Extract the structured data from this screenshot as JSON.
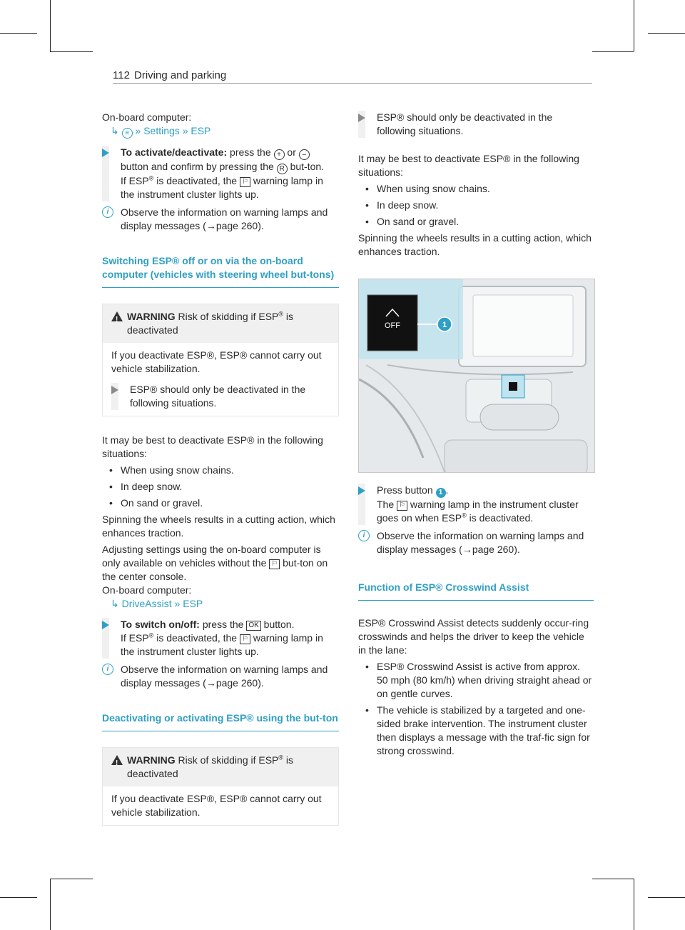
{
  "header": {
    "page_number": "112",
    "section_title": "Driving and parking"
  },
  "left": {
    "onboard_label": "On-board computer:",
    "menu_path_1": {
      "settings": "Settings",
      "esp": "ESP"
    },
    "step_activate": {
      "title": "To activate/deactivate:",
      "text_a": " press the ",
      "text_b": " or ",
      "text_c": " button and confirm by pressing the ",
      "text_d": " but-ton.",
      "text_e": "If ESP",
      "text_f": " is deactivated, the ",
      "text_g": " warning lamp in the instrument cluster lights up."
    },
    "note_1": "Observe the information on warning lamps and display messages (",
    "note_1_page": "page 260).",
    "heading_switch": "Switching ESP® off or on via the on-board computer (vehicles with steering wheel but-tons)",
    "warning_1": {
      "label": "WARNING",
      "text": " Risk of skidding if ESP",
      "text_end": " is deactivated",
      "body": "If you deactivate ESP®, ESP® cannot carry out vehicle stabilization.",
      "step": "ESP® should only be deactivated in the following situations."
    },
    "best_text": "It may be best to deactivate ESP® in the following situations:",
    "bullets": [
      "When using snow chains.",
      "In deep snow.",
      "On sand or gravel."
    ],
    "spin_text": "Spinning the wheels results in a cutting action, which enhances traction.",
    "adjust_text_a": "Adjusting settings using the on-board computer is only available on vehicles without the ",
    "adjust_text_b": " but-ton on the center console.",
    "onboard_label_2": "On-board computer:",
    "menu_path_2": {
      "driveassist": "DriveAssist",
      "esp": "ESP"
    },
    "step_switch": {
      "title": "To switch on/off:",
      "text_a": " press the ",
      "key": "OK",
      "text_b": " button.",
      "text_c": "If ESP",
      "text_d": " is deactivated, the ",
      "text_e": " warning lamp in the instrument cluster lights up."
    },
    "note_2": "Observe the information on warning lamps and display messages (",
    "note_2_page": "page 260).",
    "heading_deact": "Deactivating or activating ESP® using the but-ton",
    "warning_2": {
      "label": "WARNING",
      "text": " Risk of skidding if ESP",
      "text_end": " is deactivated",
      "body": "If you deactivate ESP®, ESP® cannot carry out vehicle stabilization."
    }
  },
  "right": {
    "step_top": "ESP® should only be deactivated in the following situations.",
    "best_text": "It may be best to deactivate ESP® in the following situations:",
    "bullets": [
      "When using snow chains.",
      "In deep snow.",
      "On sand or gravel."
    ],
    "spin_text": "Spinning the wheels results in a cutting action, which enhances traction.",
    "image_callout": "1",
    "image_button_text": "OFF",
    "step_press": {
      "text_a": "Press button ",
      "callout": "1",
      "text_b": ".",
      "text_c": "The ",
      "text_d": " warning lamp in the instrument cluster goes on when ESP",
      "text_e": " is deactivated."
    },
    "note": "Observe the information on warning lamps and display messages (",
    "note_page": "page 260).",
    "heading_crosswind": "Function of ESP® Crosswind Assist",
    "crosswind_intro": "ESP® Crosswind Assist detects suddenly occur-ring crosswinds and helps the driver to keep the vehicle in the lane:",
    "crosswind_bullets": [
      "ESP® Crosswind Assist is active from approx. 50 mph (80 km/h) when driving straight ahead or on gentle curves.",
      "The vehicle is stabilized by a targeted and one-sided brake intervention. The instrument cluster then displays a message with the traf-fic sign for strong crosswind."
    ]
  },
  "colors": {
    "accent": "#2f9fc4",
    "text": "#2b2b2b"
  }
}
